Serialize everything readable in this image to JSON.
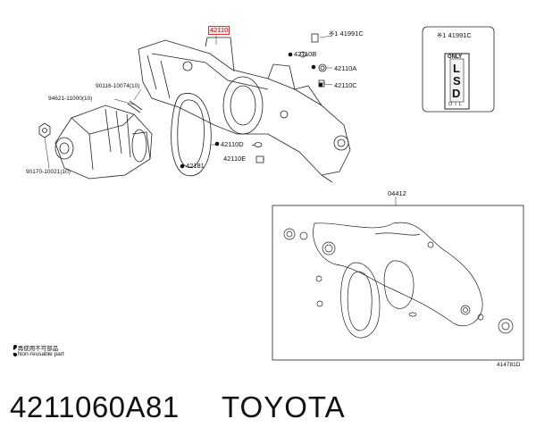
{
  "diagram": {
    "labels": {
      "housing_part": "42110",
      "note_part_top": "※1  41991C",
      "plug_b": "42110B",
      "bolt_a": "42110A",
      "bolt_c": "42110C",
      "stud": "90116-10074(10)",
      "gasket_bolt": "94621-11000(10)",
      "nut": "90170-10021(10)",
      "gasket": "42181",
      "plug_d": "42110D",
      "plug_e": "42110E",
      "kit": "04412",
      "sticker_ref": "※1  41991C",
      "catalog_code": "414781D"
    },
    "sticker": {
      "top": "ONLY",
      "letters": [
        "L",
        "S",
        "D"
      ],
      "bottom": "OIL"
    },
    "legend": [
      "● 再使用不可部品",
      "● Non-reusable part"
    ]
  },
  "footer": {
    "part_number": "4211060A81",
    "brand": "TOYOTA"
  }
}
